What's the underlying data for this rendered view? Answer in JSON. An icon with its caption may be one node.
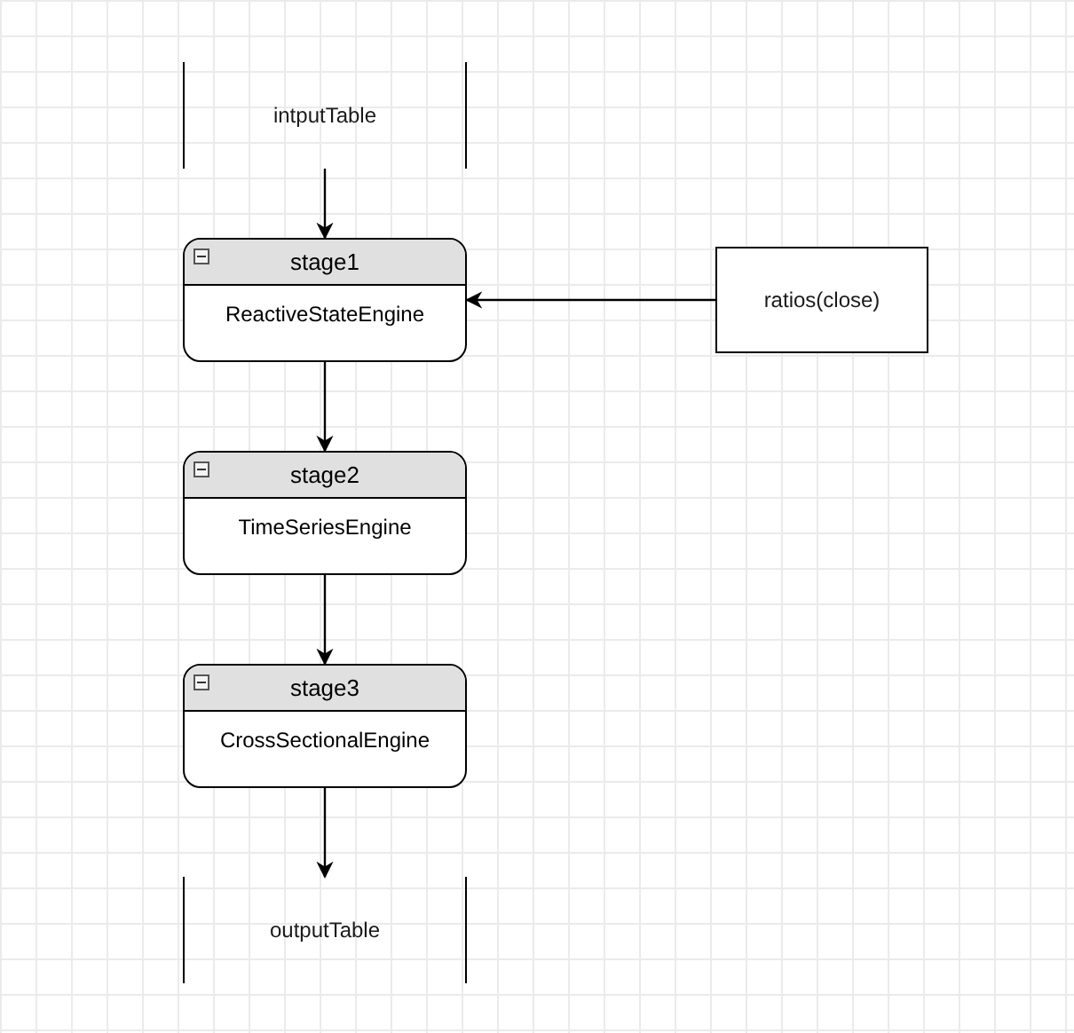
{
  "diagram": {
    "nodes": [
      {
        "text": [
          "intputTable"
        ]
      },
      {
        "text": [
          "stage1",
          "ReactiveStateEngine"
        ]
      },
      {
        "text": [
          "ratios(close)"
        ]
      },
      {
        "text": [
          "stage2",
          "TimeSeriesEngine"
        ]
      },
      {
        "text": [
          "stage3",
          "CrossSectionalEngine"
        ]
      },
      {
        "text": [
          "outputTable"
        ]
      }
    ],
    "edges": [
      {
        "from": 0,
        "to": 1,
        "arrow": "to"
      },
      {
        "from": 2,
        "to": 1,
        "arrow": "to"
      },
      {
        "from": 1,
        "to": 3,
        "arrow": "to"
      },
      {
        "from": 3,
        "to": 4,
        "arrow": "to"
      },
      {
        "from": 4,
        "to": 5,
        "arrow": "to"
      }
    ]
  }
}
